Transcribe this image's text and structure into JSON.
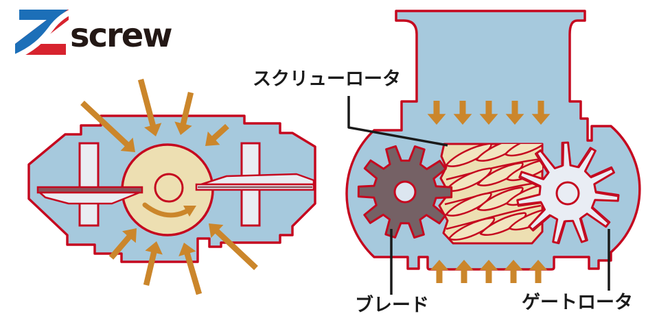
{
  "logo": {
    "brand_z": "Z",
    "brand_text": "screw"
  },
  "labels": {
    "screw_rotor": "スクリューロータ",
    "blade": "ブレード",
    "gate_rotor": "ゲートロータ"
  },
  "colors": {
    "housing_blue": "#A6C9DD",
    "outline_red": "#C5081F",
    "rotor_tan": "#EDDFB2",
    "flute_tan": "#F2E5C0",
    "arrow_orange": "#CB862B",
    "blade_gear_gray": "#756165",
    "gate_gear_light": "#E9EDF4",
    "gear_shade_gray": "#7D7882",
    "part_white": "#E9EDF2",
    "bar_maroon": "#8A545B",
    "gear_hub_light": "#DCE6F0",
    "leader_black": "#1A1A1A",
    "logo_blue": "#1C6FB8",
    "logo_red": "#D7232E",
    "logo_text": "#231815"
  }
}
